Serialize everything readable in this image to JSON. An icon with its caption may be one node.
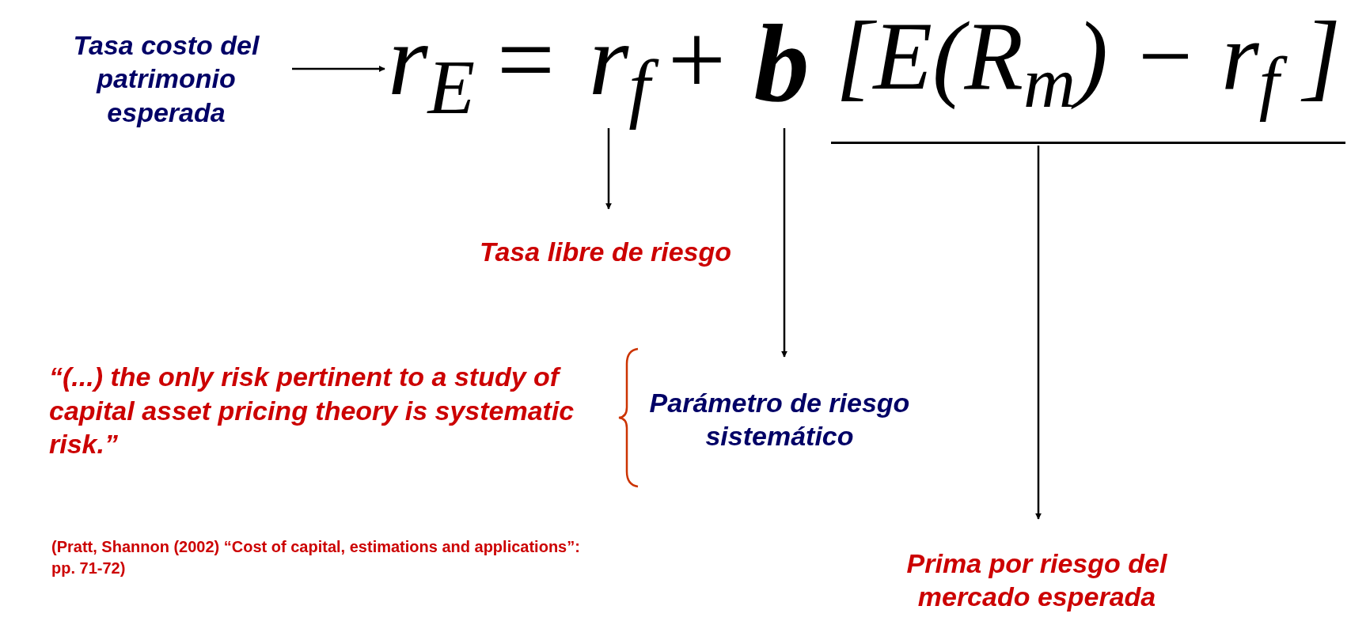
{
  "diagram": {
    "nodes": [
      {
        "text": [
          "Tasa costo del patrimonio esperada"
        ]
      },
      {
        "text": [
          "r$_{E}$"
        ]
      },
      {
        "text": [
          "r$_{f}$"
        ]
      },
      {
        "text": [
          "b"
        ]
      },
      {
        "text": [
          "[E(R$_{m}$) − r$_{f}$ ]"
        ]
      },
      {
        "text": [
          "Tasa libre de riesgo"
        ]
      },
      {
        "text": [
          "Parámetro de riesgo sistemático"
        ]
      },
      {
        "text": [
          "Prima por riesgo del mercado esperada"
        ]
      }
    ],
    "edges": [
      {
        "from": 0,
        "to": 1,
        "arrow": "to"
      },
      {
        "from": 2,
        "to": 5,
        "arrow": "to"
      },
      {
        "from": 3,
        "to": 6,
        "arrow": "to"
      },
      {
        "from": 4,
        "to": 7,
        "arrow": "to"
      }
    ],
    "labels": [
      "=",
      "+",
      "“(...) the only risk pertinent to a study of capital asset pricing theory is systematic risk.”",
      "(Pratt, Shannon (2002) “Cost of capital, estimations and applications”: pp. 71-72)"
    ]
  }
}
